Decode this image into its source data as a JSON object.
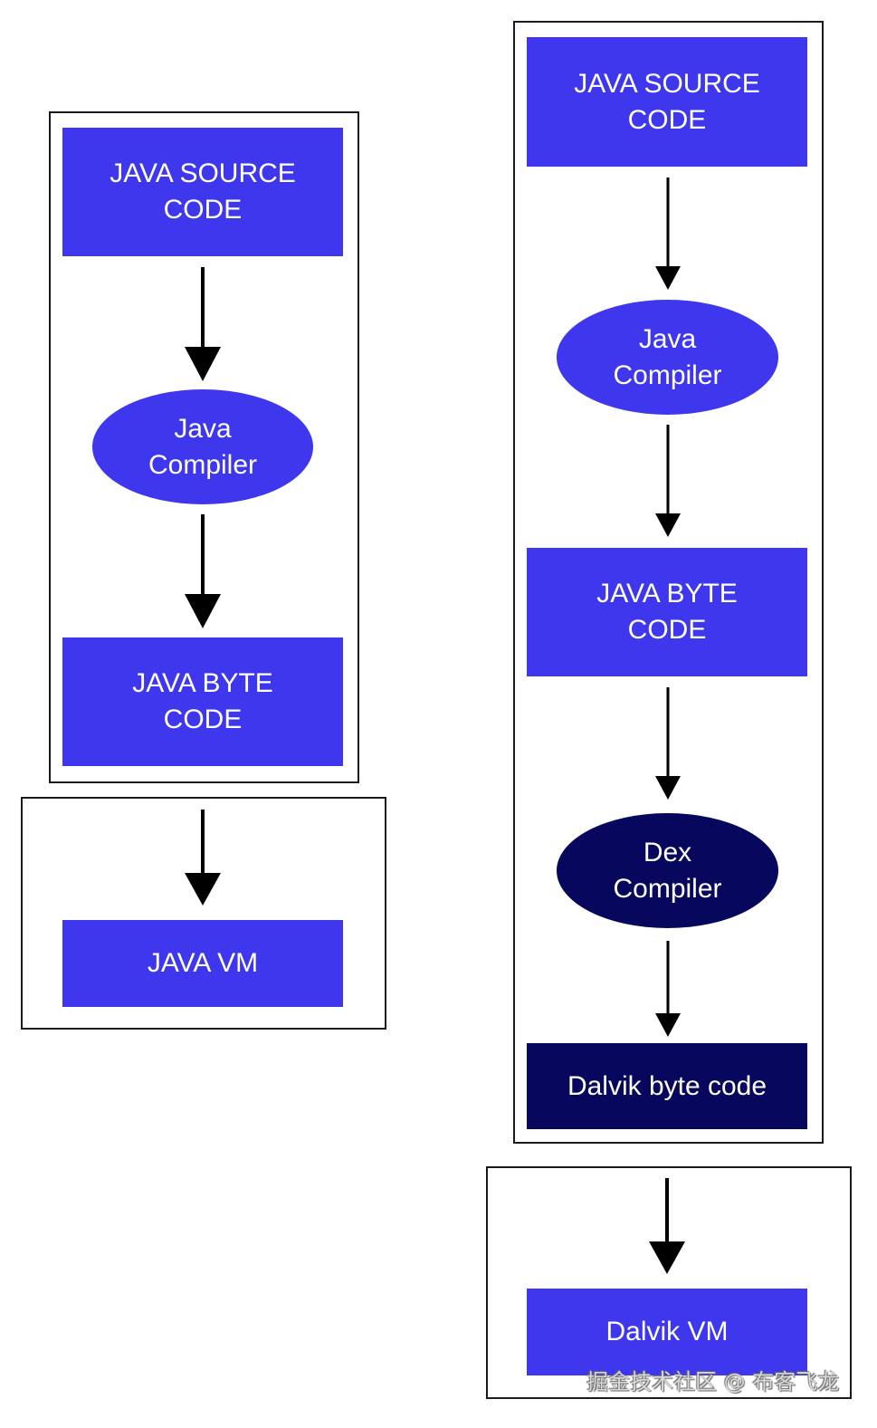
{
  "jvm_path": {
    "source": "JAVA SOURCE\nCODE",
    "compiler": "Java\nCompiler",
    "bytecode": "JAVA BYTE\nCODE",
    "vm": "JAVA VM"
  },
  "dalvik_path": {
    "source": "JAVA SOURCE\nCODE",
    "compiler": "Java\nCompiler",
    "bytecode": "JAVA BYTE\nCODE",
    "dex_compiler": "Dex\nCompiler",
    "dalvik_bytecode": "Dalvik byte code",
    "vm": "Dalvik VM"
  },
  "watermark": "掘金技术社区 @ 布客飞龙",
  "colors": {
    "box_blue": "#3e37ee",
    "box_navy": "#07075e",
    "arrow": "#000000",
    "frame": "#1a1a1a"
  }
}
